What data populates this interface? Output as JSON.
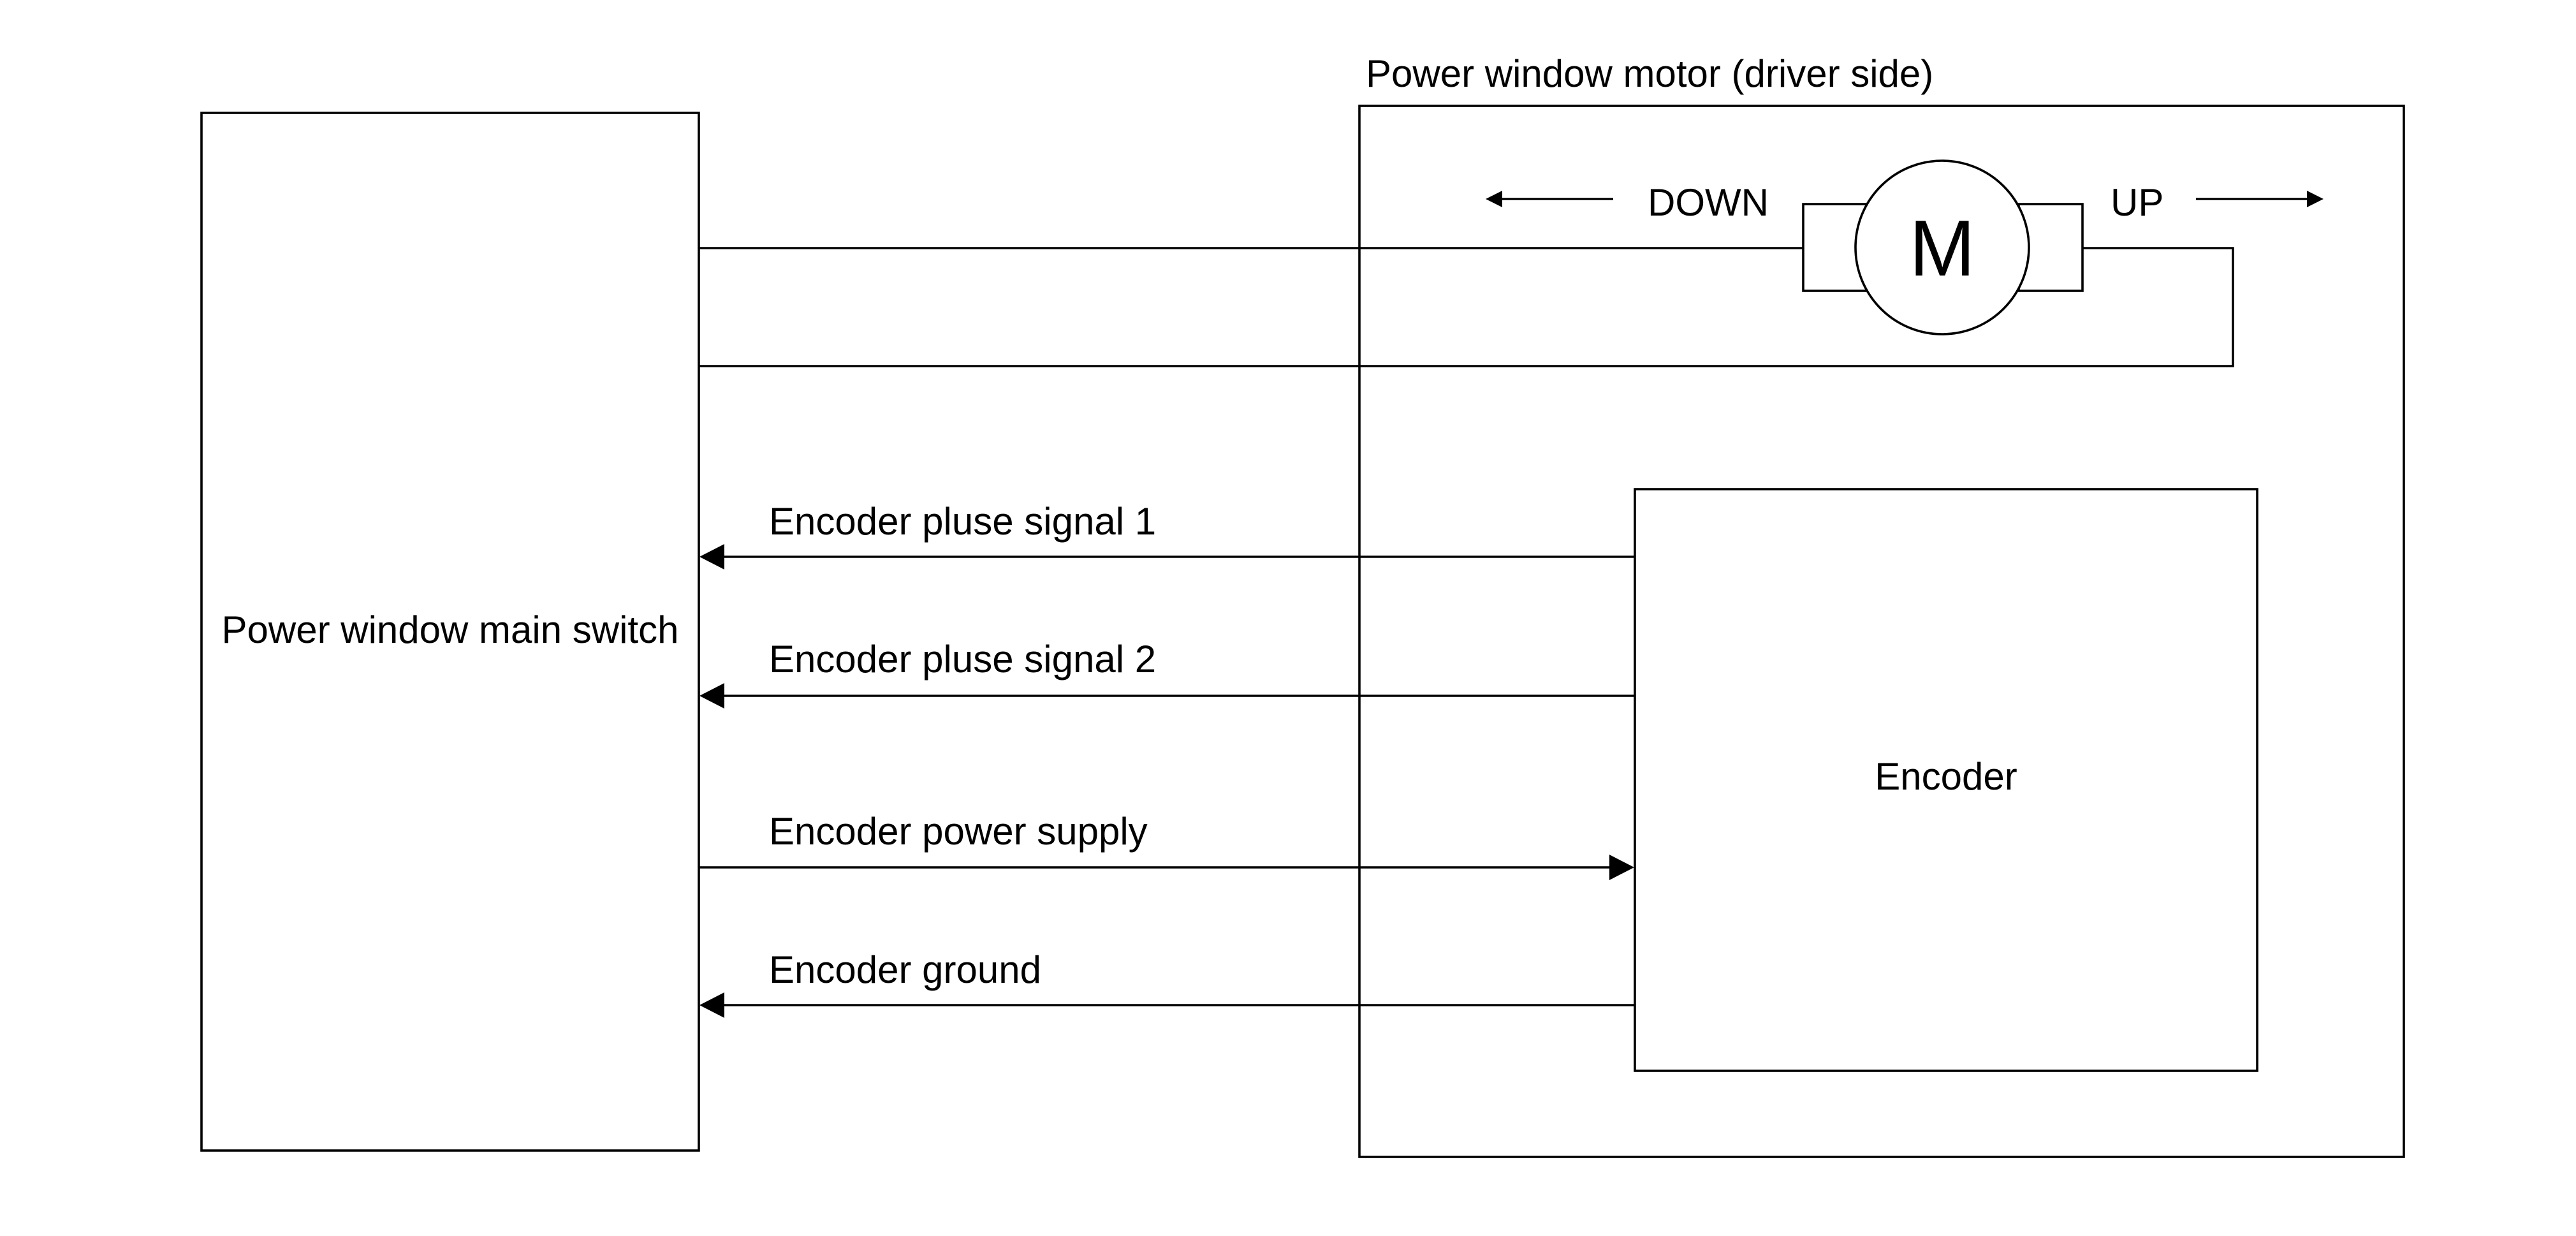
{
  "diagram": {
    "main_switch": {
      "label": "Power window main switch"
    },
    "motor_box": {
      "title": "Power window motor (driver side)"
    },
    "motor": {
      "symbol": "M",
      "down_label": "DOWN",
      "up_label": "UP"
    },
    "encoder": {
      "label": "Encoder"
    },
    "signals": [
      {
        "label": "Encoder pluse signal 1",
        "direction": "to-switch"
      },
      {
        "label": "Encoder pluse signal 2",
        "direction": "to-switch"
      },
      {
        "label": "Encoder power supply",
        "direction": "to-encoder"
      },
      {
        "label": "Encoder ground",
        "direction": "to-switch"
      }
    ]
  }
}
